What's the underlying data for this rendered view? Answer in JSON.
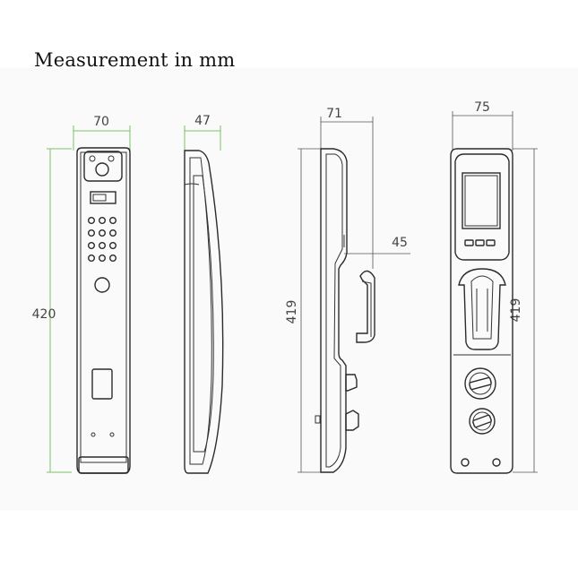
{
  "title": "Measurement in mm",
  "dimensions": {
    "front_width": "70",
    "front_height": "420",
    "front_profile_depth": "47",
    "side_depth": "71",
    "side_handle_depth": "45",
    "side_height": "419",
    "back_width": "75",
    "back_height": "419"
  },
  "colors": {
    "front_dim_lines": "#7fbf6a",
    "other_dim_lines": "#555555",
    "outline": "#2b2b2b"
  }
}
